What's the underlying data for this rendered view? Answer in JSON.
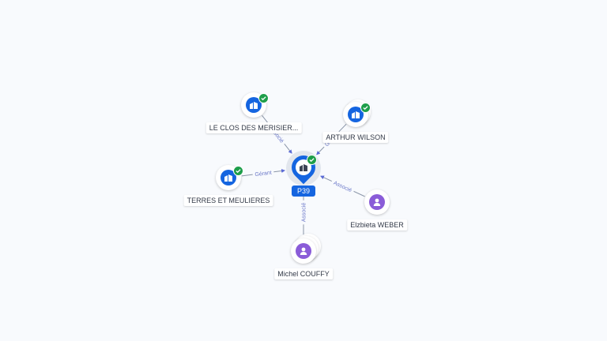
{
  "center": {
    "label": "P39",
    "icon": "building-icon",
    "verified": true
  },
  "nodes": [
    {
      "id": "clos",
      "label": "LE CLOS DES MERISIER...",
      "type": "company",
      "icon": "building-icon",
      "verified": true
    },
    {
      "id": "arthur",
      "label": "ARTHUR WILSON",
      "type": "company",
      "icon": "building-icon",
      "verified": true
    },
    {
      "id": "terres",
      "label": "TERRES ET MEULIERES",
      "type": "company",
      "icon": "building-icon",
      "verified": true
    },
    {
      "id": "elzbieta",
      "label": "Elzbieta WEBER",
      "type": "person",
      "icon": "person-icon",
      "verified": false
    },
    {
      "id": "michel",
      "label": "Michel COUFFY",
      "type": "person",
      "icon": "person-icon",
      "verified": false
    }
  ],
  "edges": [
    {
      "from": "clos",
      "to": "center",
      "label": "Associé"
    },
    {
      "from": "arthur",
      "to": "center",
      "label": "Gérant"
    },
    {
      "from": "terres",
      "to": "center",
      "label": "Gérant"
    },
    {
      "from": "elzbieta",
      "to": "center",
      "label": "Associé"
    },
    {
      "from": "michel",
      "to": "center",
      "label": "Associé"
    }
  ],
  "colors": {
    "company": "#1565e0",
    "person": "#8a5cd8",
    "verified": "#1e9e4a",
    "edge_label": "#6c79c9",
    "arrow": "#5b6bd6"
  }
}
